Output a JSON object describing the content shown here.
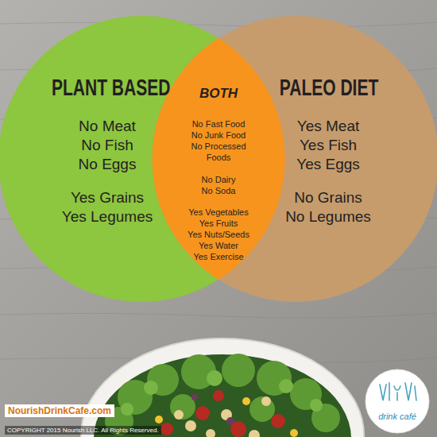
{
  "diagram": {
    "nodes": [
      {
        "text": [
          "PLANT BASED",
          "No Meat",
          "No Fish",
          "No Eggs",
          "Yes Grains",
          "Yes Legumes"
        ]
      },
      {
        "text": [
          "PALEO DIET",
          "Yes Meat",
          "Yes Fish",
          "Yes Eggs",
          "No Grains",
          "No Legumes"
        ]
      },
      {
        "text": [
          "BOTH",
          "No Fast Food",
          "No Junk Food",
          "No Processed Foods",
          "No Dairy",
          "No Soda",
          "Yes Vegetables",
          "Yes Fruits",
          "Yes Nuts/Seeds",
          "Yes Water",
          "Yes Exercise"
        ]
      }
    ],
    "labels": [
      "NourishDrinkCafe.com",
      "COPYRIGHT 2015 Nourish LLC. All Rights Reserved.",
      "drink café"
    ]
  }
}
